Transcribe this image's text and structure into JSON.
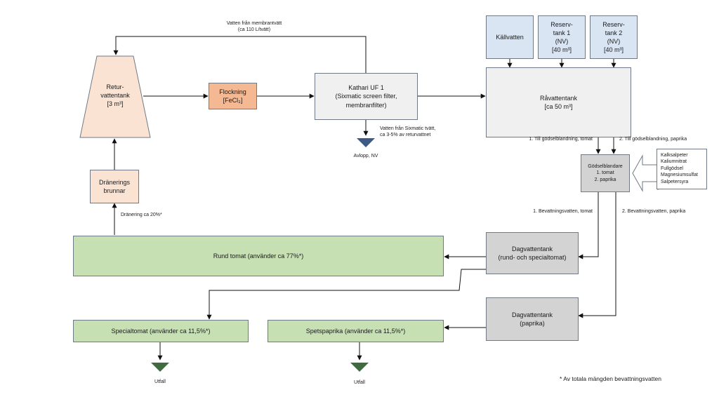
{
  "nodes": {
    "kallvatten": "Källvatten",
    "reserv1": "Reserv-\ntank 1\n(NV)\n[40 m³]",
    "reserv2": "Reserv-\ntank 2\n(NV)\n[40 m³]",
    "ravattentank": "Råvattentank\n[ca 50 m³]",
    "returvattentank": "Retur-\nvattentank\n[3 m³]",
    "flockning": "Flockning\n[FeCl₃]",
    "kathari": "Kathari UF 1\n(Sixmatic screen filter,\nmembranfilter)",
    "dranering": "Dränerings\nbrunnar",
    "godselblandare": "Gödselblandare\n1. tomat\n2. paprika",
    "dagvattentank_tomat": "Dagvattentank\n(rund- och specialtomat)",
    "dagvattentank_paprika": "Dagvattentank\n(paprika)",
    "rund_tomat": "Rund tomat (använder ca 77%*)",
    "specialtomat": "Specialtomat (använder ca 11,5%*)",
    "spetspaprika": "Spetspaprika (använder ca 11,5%*)"
  },
  "fertilizers": [
    "Kalksalpeter",
    "Kaliumnitrat",
    "Fullgödsel",
    "Magnesiumsulfat",
    "Salpetersyra"
  ],
  "labels": {
    "membrantvatt": "Vatten från membrantvätt\n(ca 110 L/tvätt)",
    "sixmatic_tvatt": "Vatten från Sixmatic tvätt,\nca 3-5% av returvattnet",
    "avlopp": "Avlopp, NV",
    "godsel_tomat": "1. Till gödselblandning, tomat",
    "godsel_paprika": "2. Till gödselblandning, paprika",
    "bevattning_tomat": "1. Bevattningsvatten, tomat",
    "bevattning_paprika": "2. Bevattningsvatten, paprika",
    "dranering_pct": "Dränering ca 20%*",
    "utfall_1": "Utfall",
    "utfall_2": "Utfall",
    "footnote": "* Av totala mängden bevattningsvatten"
  },
  "colors": {
    "blue": "#dae5f3",
    "light_grey": "#f0f0f0",
    "dark_grey": "#d3d3d3",
    "peach": "#fbe3d4",
    "orange": "#f4b993",
    "green": "#c6e0b4",
    "drain_blue": "#3d5a86",
    "drain_green": "#3f6b3f"
  }
}
